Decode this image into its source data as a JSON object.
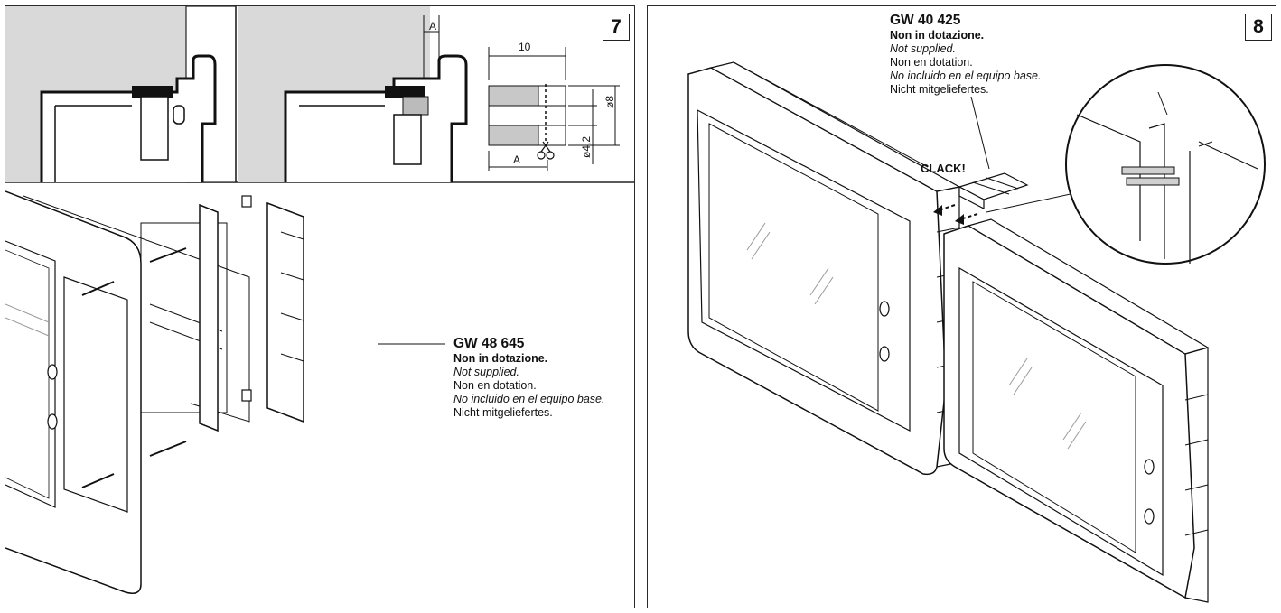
{
  "panel7": {
    "step_number": "7",
    "dimension_labels": {
      "width": "10",
      "offset_a": "A",
      "offset_a_top": "A",
      "diameter_large": "ø8",
      "diameter_small": "ø4,2"
    },
    "note": {
      "code": "GW 48 645",
      "it": "Non in dotazione.",
      "en": "Not supplied.",
      "fr": "Non en dotation.",
      "es": "No incluido en el equipo base.",
      "de": "Nicht mitgeliefertes."
    }
  },
  "panel8": {
    "step_number": "8",
    "clack_label": "CLACK!",
    "note": {
      "code": "GW 40 425",
      "it": "Non in dotazione.",
      "en": "Not supplied.",
      "fr": "Non en dotation.",
      "es": "No incluido en el equipo base.",
      "de": "Nicht mitgeliefertes."
    }
  }
}
